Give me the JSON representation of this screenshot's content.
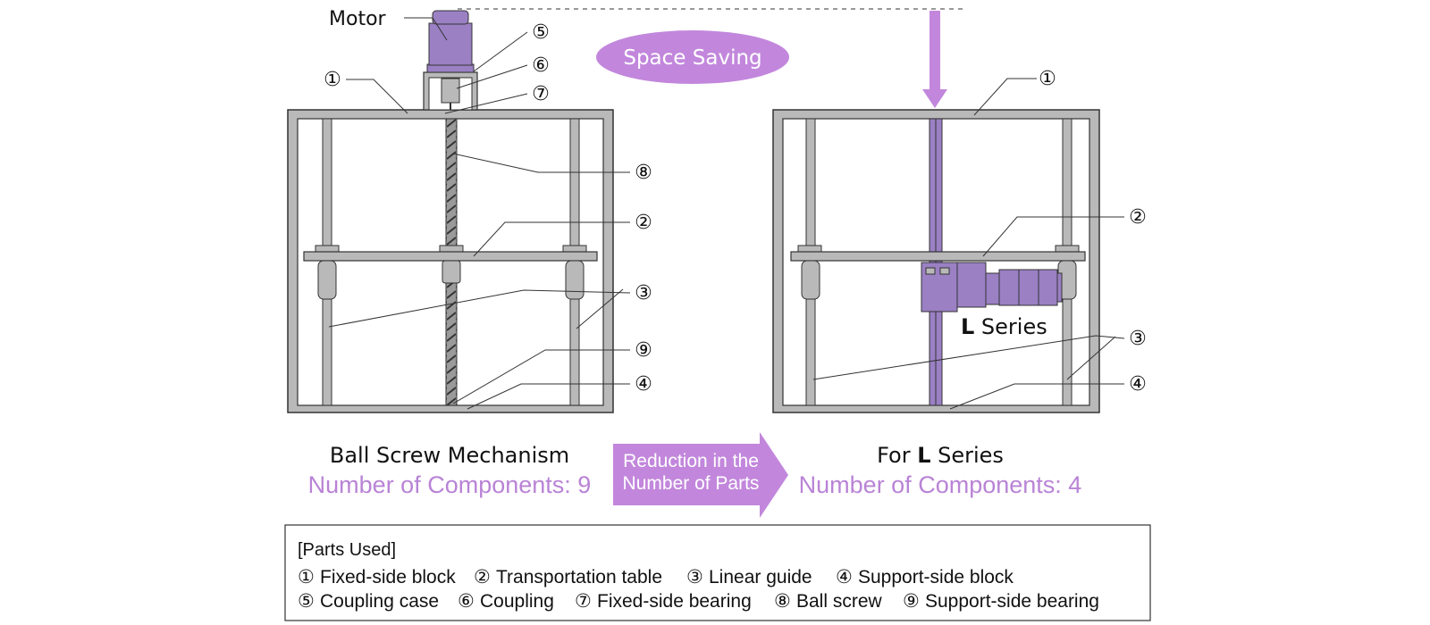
{
  "colors": {
    "accent": "#b983d6",
    "motor": "#9b80c4",
    "frame": "#b9b9b9",
    "rod": "#8c8c8c",
    "stroke": "#333333"
  },
  "left": {
    "motor_label": "Motor",
    "title": "Ball Screw Mechanism",
    "count": "Number of Components: 9",
    "markers": [
      "①",
      "⑤",
      "⑥",
      "⑦",
      "⑧",
      "②",
      "③",
      "⑨",
      "④"
    ]
  },
  "right": {
    "title_prefix": "For ",
    "title_bold": "L",
    "title_suffix": " Series",
    "count": "Number of Components: 4",
    "product_bold": "L",
    "product_suffix": " Series",
    "markers": [
      "①",
      "②",
      "③",
      "④"
    ]
  },
  "space_saving": "Space Saving",
  "reduction": {
    "line1": "Reduction in the",
    "line2": "Number of Parts"
  },
  "legend": {
    "title": "[Parts Used]",
    "row1": [
      {
        "num": "①",
        "text": "Fixed-side block"
      },
      {
        "num": "②",
        "text": "Transportation table"
      },
      {
        "num": "③",
        "text": "Linear guide"
      },
      {
        "num": "④",
        "text": "Support-side block"
      }
    ],
    "row2": [
      {
        "num": "⑤",
        "text": "Coupling case"
      },
      {
        "num": "⑥",
        "text": "Coupling"
      },
      {
        "num": "⑦",
        "text": "Fixed-side bearing"
      },
      {
        "num": "⑧",
        "text": "Ball screw"
      },
      {
        "num": "⑨",
        "text": "Support-side bearing"
      }
    ]
  }
}
